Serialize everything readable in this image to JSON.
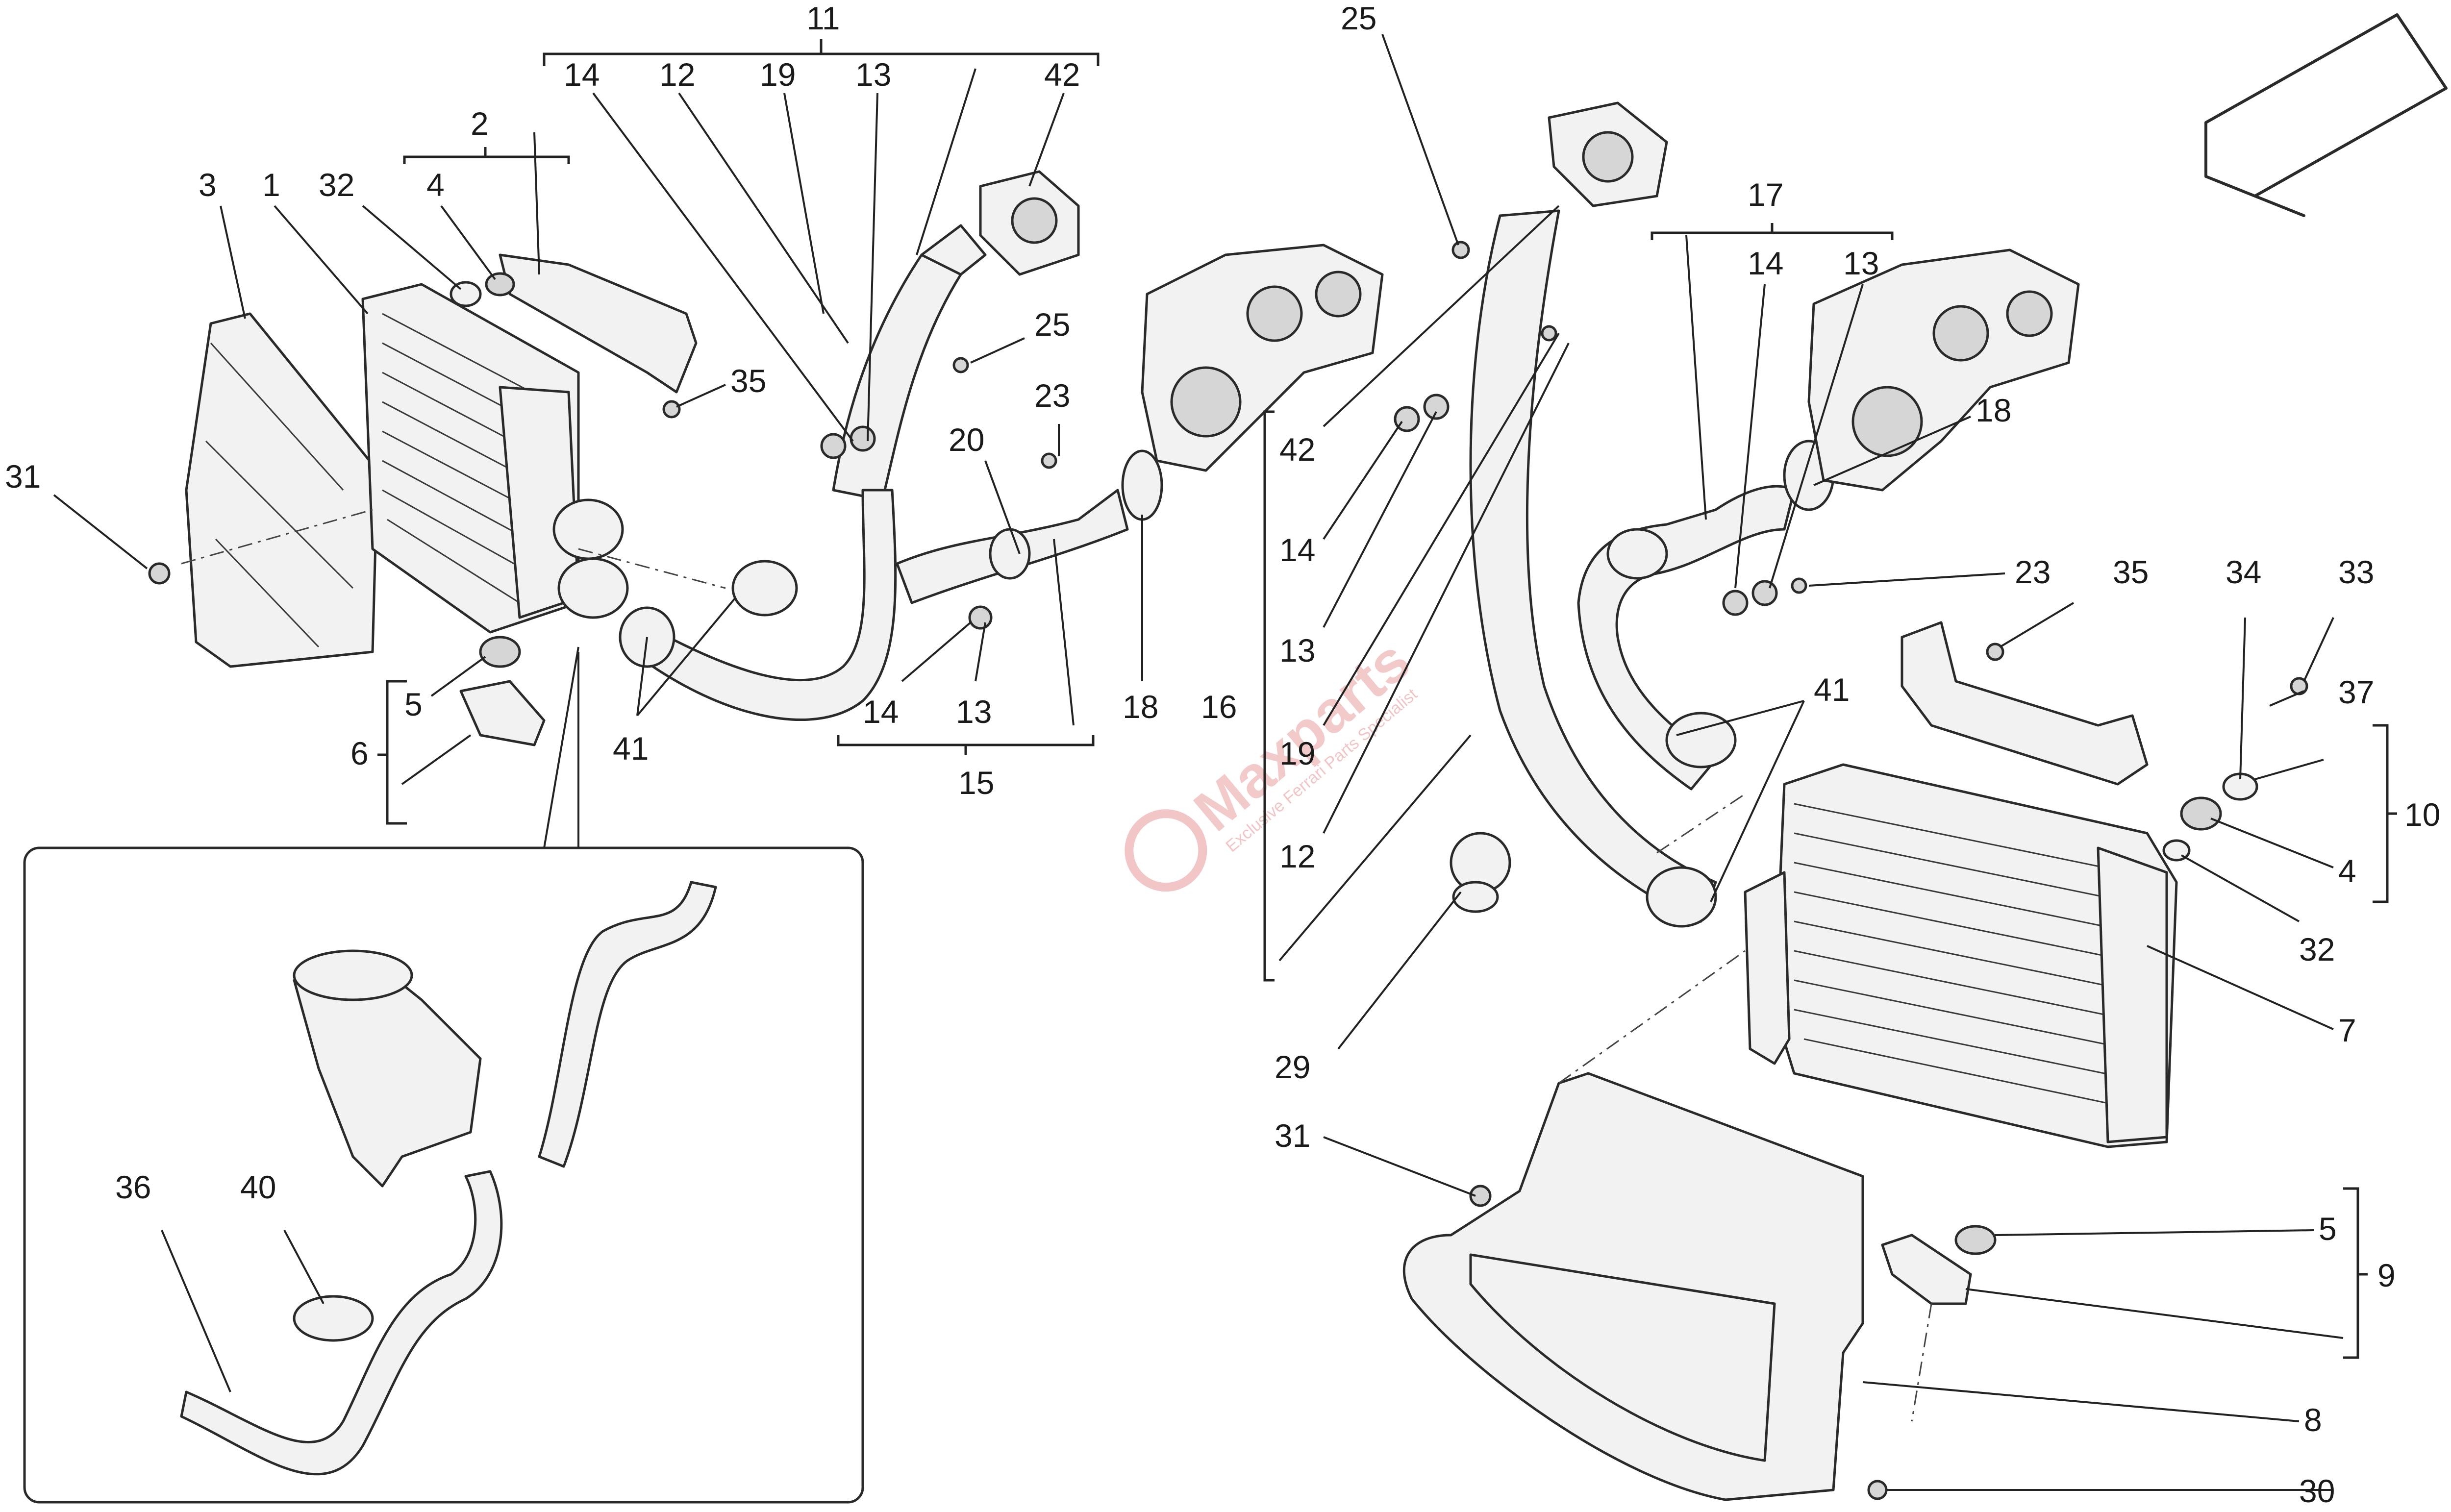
{
  "watermark": {
    "brand": "Maxparts",
    "tagline": "Exclusive Ferrari Parts Specialist"
  },
  "icons": {
    "direction_arrow": "arrow-down-left-icon",
    "watermark_logo": "brake-disc-logo-icon"
  },
  "callouts": {
    "c11": "11",
    "c14a": "14",
    "c12a": "12",
    "c19a": "19",
    "c13a": "13",
    "c42a": "42",
    "c2": "2",
    "c3": "3",
    "c1": "1",
    "c32a": "32",
    "c4a": "4",
    "c25a": "25",
    "c35a": "35",
    "c31a": "31",
    "c23a": "23",
    "c20": "20",
    "c5a": "5",
    "c6": "6",
    "c41a": "41",
    "c14b": "14",
    "c13b": "13",
    "c15": "15",
    "c18a": "18",
    "c16": "16",
    "c25b": "25",
    "c42b": "42",
    "c14c": "14",
    "c13c": "13",
    "c19b": "19",
    "c12b": "12",
    "c17": "17",
    "c14d": "14",
    "c13d": "13",
    "c18b": "18",
    "c23b": "23",
    "c35b": "35",
    "c34": "34",
    "c33": "33",
    "c37": "37",
    "c41b": "41",
    "c10": "10",
    "c4b": "4",
    "c32b": "32",
    "c7": "7",
    "c29": "29",
    "c31b": "31",
    "c5b": "5",
    "c9": "9",
    "c8": "8",
    "c30": "30",
    "c36": "36",
    "c40": "40"
  }
}
